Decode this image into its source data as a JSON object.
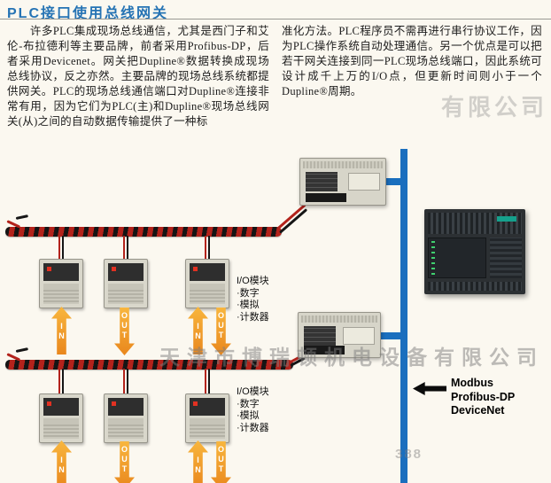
{
  "page": {
    "title": "PLC接口使用总线网关",
    "watermarks": {
      "center": "天津市博瑞顿机电设备有限公司",
      "top_right": "有限公司",
      "page_number": "388"
    }
  },
  "article": {
    "left_column": "　　许多PLC集成现场总线通信，尤其是西门子和艾伦-布拉德利等主要品牌，前者采用Profibus-DP，后者采用Devicenet。网关把Dupline®数据转换成现场总线协议，反之亦然。主要品牌的现场总线系统都提供网关。PLC的现场总线通信端口对Dupline®连接非常有用，因为它们为PLC(主)和Dupline®现场总线网关(从)之间的自动数据传输提供了一种标",
    "right_column": "准化方法。PLC程序员不需再进行串行协议工作，因为PLC操作系统自动处理通信。另一个优点是可以把若干网关连接到同一PLC现场总线端口，因此系统可设计成千上万的I/O点，但更新时间则小于一个Dupline®周期。"
  },
  "diagram": {
    "io_module_label": {
      "title": "I/O模块",
      "items": [
        "·数字",
        "·模拟",
        "·计数器"
      ]
    },
    "arrow_in": "IN",
    "arrow_out": "OUT",
    "fieldbus_labels": [
      "Modbus",
      "Profibus-DP",
      "DeviceNet"
    ],
    "colors": {
      "bus_blue": "#1a6fbe",
      "wire_red": "#b3231c",
      "arrow_orange": "#ef9b20",
      "title_blue": "#2573b4"
    }
  }
}
